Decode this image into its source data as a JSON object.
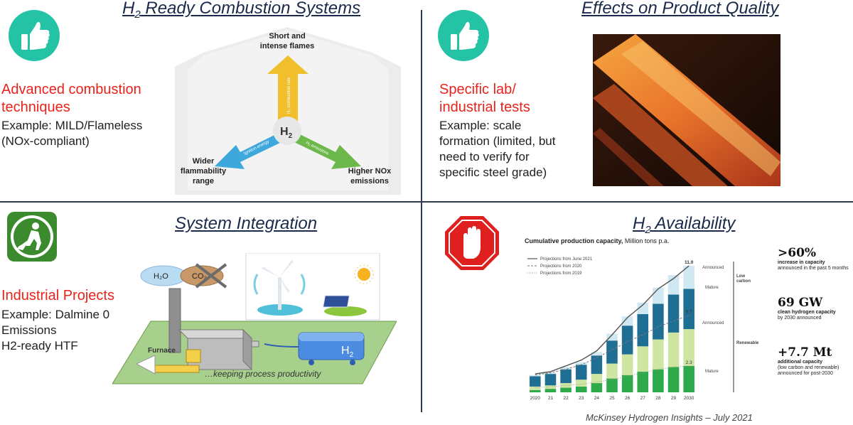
{
  "q1": {
    "title_prefix": "H",
    "title_sub": "2",
    "title_suffix": " Ready Combustion Systems",
    "headline_line1": "Advanced combustion",
    "headline_line2": "techniques",
    "body_line1": "Example: MILD/Flameless",
    "body_line2": "(NOx-compliant)",
    "diagram": {
      "top_label_1": "Short and",
      "top_label_2": "intense flames",
      "left_label_1": "Wider",
      "left_label_2": "flammability",
      "left_label_3": "range",
      "right_label_1": "Higher NOx",
      "right_label_2": "emissions",
      "center": "H",
      "center_sub": "2",
      "arrow_up_text": "H₂ combustion rate",
      "arrow_left_text": "Ignition energy",
      "arrow_right_text": "H₂ emissions"
    }
  },
  "q2": {
    "title": "Effects on Product Quality",
    "headline_line1": "Specific lab/",
    "headline_line2": "industrial tests",
    "body_line1": "Example: scale",
    "body_line2": "formation (limited, but",
    "body_line3": "need to verify for",
    "body_line4": "specific steel grade)"
  },
  "q3": {
    "title": "System Integration",
    "headline": "Industrial Projects",
    "body_line1": "Example: Dalmine 0",
    "body_line2": "Emissions",
    "body_line3": "H2-ready HTF",
    "diagram": {
      "h2o": "H₂O",
      "co2": "CO₂",
      "furnace": "Furnace",
      "tank": "H",
      "tank_sub": "2",
      "caption": "…keeping process productivity"
    }
  },
  "q4": {
    "title_prefix": "H",
    "title_sub": "2",
    "title_suffix": " Availability",
    "chart_title_bold": "Cumulative production capacity,",
    "chart_title_rest": " Million tons p.a.",
    "legend": [
      "Projections from June 2021",
      "Projections from 2020",
      "Projections from 2019"
    ],
    "side_labels": {
      "low_carbon_1": "Low",
      "low_carbon_2": "carbon",
      "renewable": "Renewable",
      "announced_top": "Announced",
      "mature_top": "Mature",
      "announced_bottom": "Announced",
      "mature_bottom": "Mature"
    },
    "stats": [
      {
        "big": ">60%",
        "sub1": "increase in capacity",
        "sub2": "announced in the past 5 months",
        "sub3": ""
      },
      {
        "big": "69 GW",
        "sub1": "clean hydrogen capacity",
        "sub2": "by 2030 announced",
        "sub3": ""
      },
      {
        "big": "+7.7 Mt",
        "sub1": "additional capacity",
        "sub2": "(low carbon and renewable)",
        "sub3": "announced for post-2030"
      }
    ],
    "footer": "McKinsey Hydrogen Insights – July 2021"
  },
  "chart_data": {
    "type": "bar",
    "title": "Cumulative production capacity, Million tons p.a.",
    "categories": [
      "2020",
      "21",
      "22",
      "23",
      "24",
      "25",
      "26",
      "27",
      "28",
      "29",
      "2030"
    ],
    "series": [
      {
        "name": "Renewable Mature",
        "values": [
          0.2,
          0.3,
          0.4,
          0.5,
          0.8,
          1.2,
          1.5,
          1.8,
          2.0,
          2.2,
          2.3
        ]
      },
      {
        "name": "Renewable Announced",
        "values": [
          0.3,
          0.3,
          0.4,
          0.6,
          0.8,
          1.3,
          1.8,
          2.2,
          2.6,
          3.0,
          3.2
        ]
      },
      {
        "name": "Low carbon Mature",
        "values": [
          0.9,
          1.0,
          1.2,
          1.3,
          1.6,
          2.0,
          2.5,
          2.8,
          3.1,
          3.3,
          3.5
        ]
      },
      {
        "name": "Low carbon Announced",
        "values": [
          0.1,
          0.1,
          0.2,
          0.2,
          0.3,
          0.6,
          0.8,
          1.0,
          1.4,
          1.7,
          2.0
        ]
      }
    ],
    "totals_labels": [
      {
        "index": 10,
        "text": "11.0"
      }
    ],
    "line_labels": [
      {
        "index": 10,
        "text": "6.7"
      },
      {
        "index": 10,
        "text": "2.3"
      }
    ],
    "lines": [
      {
        "name": "Projections from June 2021",
        "values": [
          1.6,
          1.8,
          2.3,
          2.8,
          3.6,
          5.0,
          6.5,
          7.6,
          9.0,
          9.9,
          11.0
        ]
      },
      {
        "name": "Projections from 2020",
        "values": [
          1.5,
          1.7,
          2.0,
          2.4,
          3.0,
          3.7,
          4.4,
          5.0,
          5.7,
          6.2,
          6.7
        ]
      },
      {
        "name": "Projections from 2019",
        "values": [
          0.4,
          0.5,
          0.6,
          0.7,
          0.9,
          1.1,
          1.4,
          1.7,
          2.0,
          2.2,
          2.3
        ]
      }
    ],
    "ylim": [
      0,
      11.5
    ]
  },
  "colors": {
    "title": "#1b2a4a",
    "red": "#e8231b",
    "thumb": "#24c3a6",
    "divider": "#2e3b4e"
  }
}
